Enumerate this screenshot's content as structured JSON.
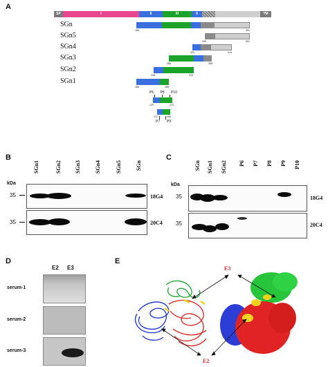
{
  "panels": {
    "a": "A",
    "b": "B",
    "c": "C",
    "d": "D",
    "e": "E"
  },
  "panel_a": {
    "domain_labels": {
      "sp": "SP",
      "i": "I",
      "ii": "II",
      "iii": "III",
      "ii_b": "II",
      "tm": "TM"
    },
    "colors": {
      "sp": "#7a7a7a",
      "domain_i": "#e8468e",
      "domain_ii": "#3a6fe0",
      "domain_iii": "#1aa52a",
      "hatched": "#909090",
      "tail": "#cfcfcf"
    },
    "rows": [
      {
        "label": "SGn",
        "start": "166",
        "end": "451"
      },
      {
        "label": "SGn5",
        "start": "349",
        "end": "451"
      },
      {
        "label": "SGn4",
        "start": "320",
        "end": "415"
      },
      {
        "label": "SGn3",
        "start": "266",
        "end": "369"
      },
      {
        "label": "SGn2",
        "start": "228",
        "end": "319"
      },
      {
        "label": "SGn1",
        "start": "166",
        "end": "266"
      }
    ],
    "peptides_top": [
      "P6",
      "P8",
      "P10"
    ],
    "peptides_bottom": [
      "P7",
      "P9"
    ],
    "peptide_ticks": {
      "upper_start": "229",
      "upper_end": "270",
      "lower_start": "237",
      "lower_end": "269"
    }
  },
  "panel_b": {
    "kda_label": "kDa",
    "lanes": [
      "SGn1",
      "SGn2",
      "SGn3",
      "SGn4",
      "SGn5",
      "SGn"
    ],
    "blots": [
      {
        "antibody": "18G4",
        "marker": "35"
      },
      {
        "antibody": "20C4",
        "marker": "35"
      }
    ]
  },
  "panel_c": {
    "kda_label": "kDa",
    "lanes": [
      "SGn",
      "SGn1",
      "SGn2",
      "P6",
      "P7",
      "P8",
      "P9",
      "P10"
    ],
    "blots": [
      {
        "antibody": "18G4",
        "marker": "35"
      },
      {
        "antibody": "20C4",
        "marker": "35"
      }
    ]
  },
  "panel_d": {
    "lanes": [
      "E2",
      "E3"
    ],
    "sera": [
      "serum-1",
      "serum-2",
      "serum-3"
    ]
  },
  "panel_e": {
    "labels": {
      "top": "E3",
      "bottom": "E2"
    }
  }
}
